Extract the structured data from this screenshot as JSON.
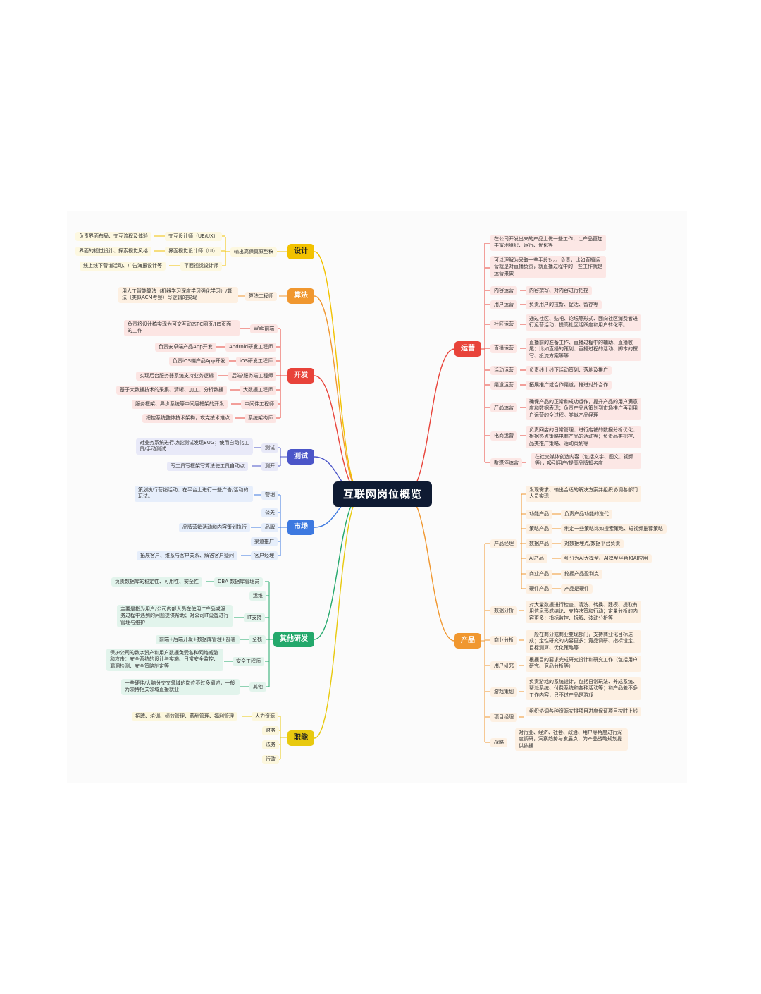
{
  "title": "互联网岗位概览",
  "colors": {
    "design": "#f2c200",
    "algo": "#f0972f",
    "dev": "#e8433a",
    "test": "#4b55c8",
    "market": "#3d79e0",
    "other": "#23a86b",
    "func": "#e8c90f",
    "ops": "#e8433a",
    "product": "#f0972f"
  },
  "branches": {
    "design": {
      "label": "设计",
      "sub": "输出高保真原型稿",
      "items": [
        {
          "role": "交互设计师（UE/UX）",
          "desc": "负责界面布局、交互流程及体验"
        },
        {
          "role": "界面视觉设计师（UI）",
          "desc": "界面的视觉设计、探索视觉风格"
        },
        {
          "role": "平面视觉设计师",
          "desc": "线上线下营销活动、广告海报设计等"
        }
      ]
    },
    "algo": {
      "label": "算法",
      "items": [
        {
          "role": "算法工程师",
          "desc": "用人工智能算法（机器学习深度学习强化学习）/算法（类似ACM考察）写逻辑的实现"
        }
      ]
    },
    "dev": {
      "label": "开发",
      "items": [
        {
          "role": "Web前端",
          "desc": "负责将设计稿实现为可交互动态PC网页/H5页面的工作"
        },
        {
          "role": "Android研发工程师",
          "desc": "负责安卓端产品App开发"
        },
        {
          "role": "iOS研发工程师",
          "desc": "负责iOS端产品App开发"
        },
        {
          "role": "后端/服务端工程师",
          "desc": "实现后台服务器系统支持业务逻辑"
        },
        {
          "role": "大数据工程师",
          "desc": "基于大数据技术的采集、清晰、加工、分析数据"
        },
        {
          "role": "中间件工程师",
          "desc": "服务框架、异步系统等中间层框架的开发"
        },
        {
          "role": "系统架构师",
          "desc": "把控系统整体技术架构，攻克技术难点"
        }
      ]
    },
    "test": {
      "label": "测试",
      "items": [
        {
          "role": "测试",
          "desc": "对业务系统进行功能测试发现BUG；使用自动化工具/手动测试"
        },
        {
          "role": "测开",
          "desc": "写工具写框架写算法使工具自动点"
        }
      ]
    },
    "market": {
      "label": "市场",
      "items": [
        {
          "role": "营销",
          "desc": "策划执行营销活动、在平台上进行一些广告/活动的玩法。"
        },
        {
          "role": "公关",
          "desc": ""
        },
        {
          "role": "品牌",
          "desc": "品牌营销活动和内容策划执行"
        },
        {
          "role": "渠道推广",
          "desc": ""
        },
        {
          "role": "客户经理",
          "desc": "拓展客户、维系与客户关系、解答客户疑问"
        }
      ]
    },
    "other": {
      "label": "其他研发",
      "items": [
        {
          "role": "DBA 数据库管理员",
          "desc": "负责数据库的稳定性、可用性、安全性"
        },
        {
          "role": "运维",
          "desc": ""
        },
        {
          "role": "IT支持",
          "desc": "主要是指为用户/公司内部人员在使用IT产品或服务过程中遇到的问题提供帮助；对公司IT设备进行管理与维护"
        },
        {
          "role": "全栈",
          "desc": "前端+后端开发+数据库管理+部署"
        },
        {
          "role": "安全工程师",
          "desc": "保护公司的数字资产和用户数据免受各种网络威胁和攻击：安全系统的设计与实施、日常安全监控、漏洞检测、安全策略制定等"
        },
        {
          "role": "其他",
          "desc": "一些硬件/大脑分交叉领域的岗位不过多阐述，一般为领博相关领域直接就业"
        }
      ]
    },
    "func": {
      "label": "职能",
      "items": [
        {
          "role": "人力资源",
          "desc": "招聘、培训、绩效管理、薪酬管理、福利管理"
        },
        {
          "role": "财务",
          "desc": ""
        },
        {
          "role": "法务",
          "desc": ""
        },
        {
          "role": "行政",
          "desc": ""
        }
      ]
    },
    "ops": {
      "label": "运营",
      "items": [
        {
          "role": "",
          "desc": "在公司开发出来的产品上做一些工作，让产品更加丰富地组织、运行、优化等"
        },
        {
          "role": "",
          "desc": "可以理解为采取一些手段对。。负责，比如直播运营就是对直播负责，就直播过程中的一些工作就是运营来做"
        },
        {
          "role": "内容运营",
          "desc": "内容撰写、对内容进行把控"
        },
        {
          "role": "用户运营",
          "desc": "负责用户的拉新、促活、留存等"
        },
        {
          "role": "社区运营",
          "desc": "通过社区、贴吧、论坛等形式、面向社区消费者进行运营活动，提高社区活跃度和用户转化率。"
        },
        {
          "role": "直播运营",
          "desc": "直播前的准备工作、直播过程中的辅助、直播收尾：比如直播的策划、直播过程的活动、脚本的撰写、投流方案等等"
        },
        {
          "role": "活动运营",
          "desc": "负责线上线下活动策划、落地及推广"
        },
        {
          "role": "渠道运营",
          "desc": "拓展推广或合作渠道，推进对外合作"
        },
        {
          "role": "产品运营",
          "desc": "确保产品的正常和成功运作，提升产品的用户满意度和数据表现；负责产品从策划到市场推广再到用户运营的全过程。类似产品经理"
        },
        {
          "role": "电商运营",
          "desc": "负责网店的日常管理、进行店铺的数据分析优化、根据热点策略电商产品的活动等；负责品类把控、品类推广策略、活动策划等"
        },
        {
          "role": "新媒体运营",
          "desc": "在社交媒体创造内容（包括文字、图文、视频等），吸引用户/提高品牌知名度"
        }
      ]
    },
    "product": {
      "label": "产品",
      "pm": {
        "role": "产品经理",
        "intro": "发现需求、输出合适的解决方案并组织协调各部门人员实现",
        "items": [
          {
            "role": "功能产品",
            "desc": "负责产品功能的迭代"
          },
          {
            "role": "策略产品",
            "desc": "制定一些策略比如搜索策略、短视频推荐策略"
          },
          {
            "role": "数据产品",
            "desc": "对数据埋点/数据平台负责"
          },
          {
            "role": "AI产品",
            "desc": "细分为AI大模型、AI模型平台和AI应用"
          },
          {
            "role": "商业产品",
            "desc": "挖掘产品盈利点"
          },
          {
            "role": "硬件产品",
            "desc": "产品是硬件"
          }
        ]
      },
      "items": [
        {
          "role": "数据分析",
          "desc": "对大量数据进行检查、清洗、转换、建模、提取有用信息形成结论、支持决策和行动；定量分析的内容更多：指标监控、拆解、波动分析等"
        },
        {
          "role": "商业分析",
          "desc": "一般在商分或商业变现部门，支持商业化目标达成；定性研究的内容更多：竞品调研、指标设定、目标测算、优化策略等"
        },
        {
          "role": "用户研究",
          "desc": "根据目的要求完成研究设计和研究工作（包括用户研究、竞品分析等）"
        },
        {
          "role": "游戏策划",
          "desc": "负责游戏的系统设计，包括日常玩法、养成系统、帮派系统、付费系统和各种活动等；和产品差不多工作内容，只不过产品是游戏"
        },
        {
          "role": "项目经理",
          "desc": "组织协调各种资源安排项目进度保证项目按时上线"
        },
        {
          "role": "战略",
          "desc": "对行业、经济、社会、政治、用户等角度进行深度调研，洞察趋势与发展点，为产品战略规划提供依据"
        }
      ]
    }
  }
}
